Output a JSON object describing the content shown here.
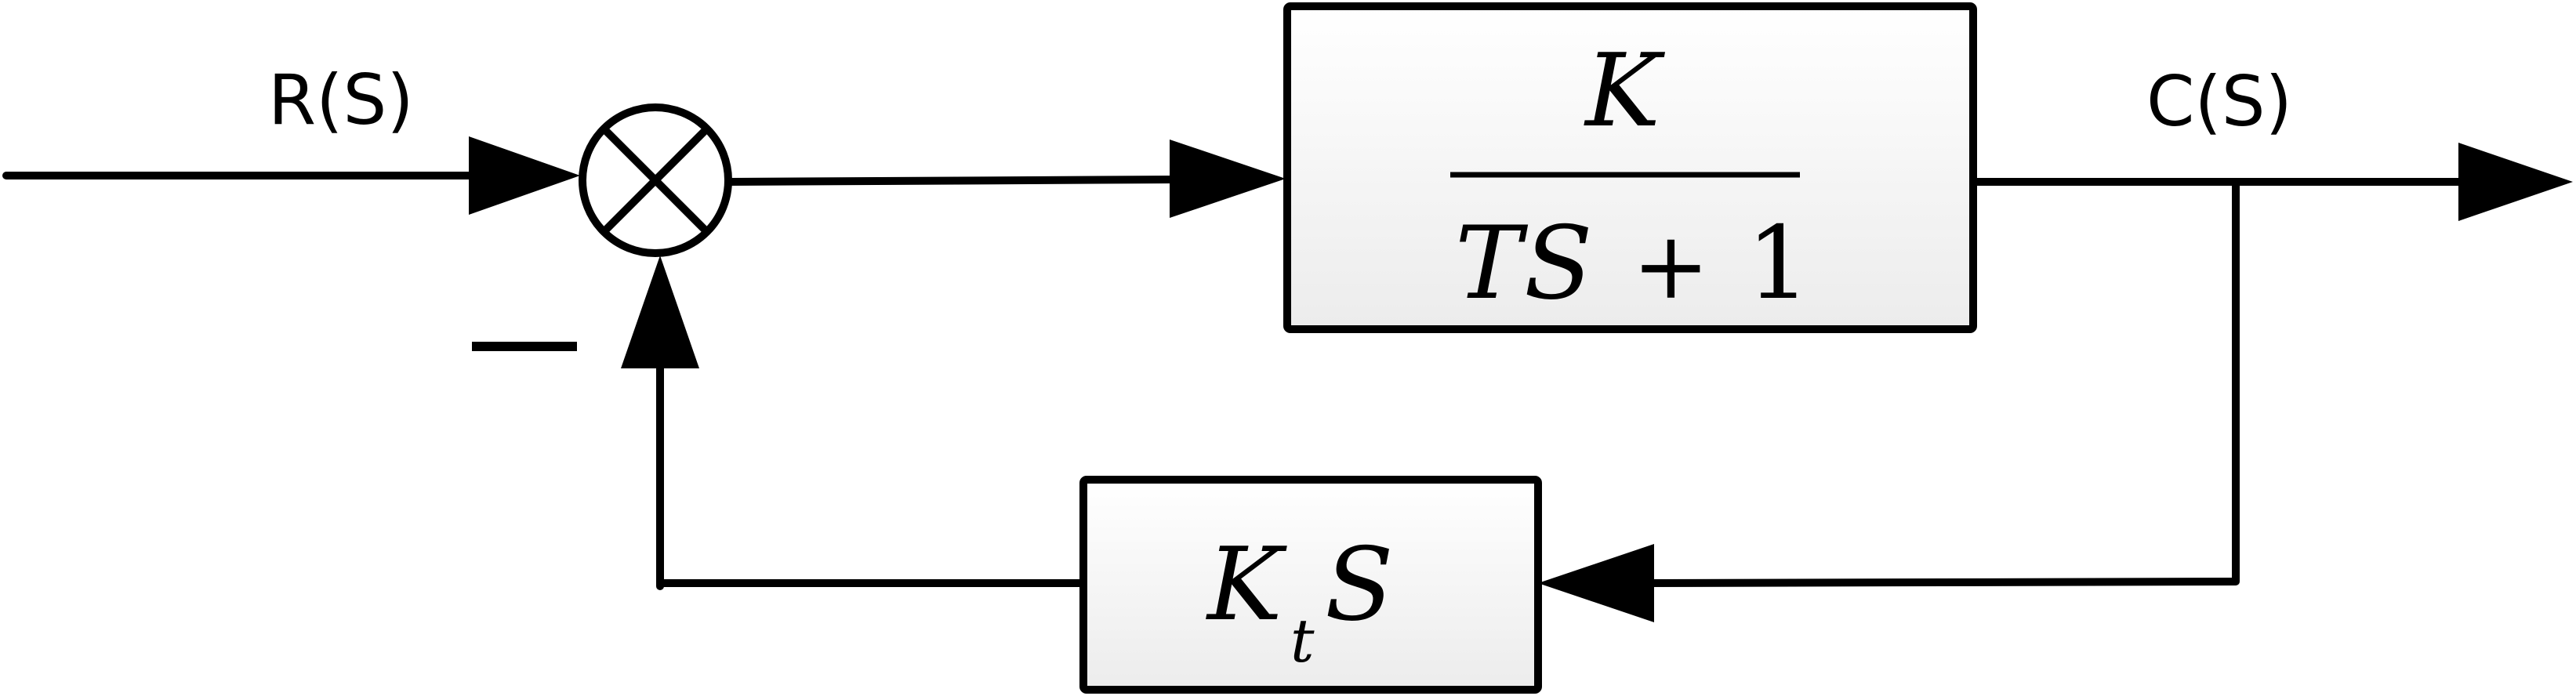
{
  "signals": {
    "input": "R(S)",
    "output": "C(S)",
    "feedback_sign": "−"
  },
  "forward_block": {
    "numerator": "K",
    "denominator_T": "T",
    "denominator_S": "S",
    "denominator_plus": "+",
    "denominator_one": "1"
  },
  "feedback_block": {
    "K": "K",
    "subscript": "t",
    "S": "S"
  },
  "colors": {
    "line": "#000000",
    "block_fill_top": "#ffffff",
    "block_fill_bottom": "#ececec"
  }
}
